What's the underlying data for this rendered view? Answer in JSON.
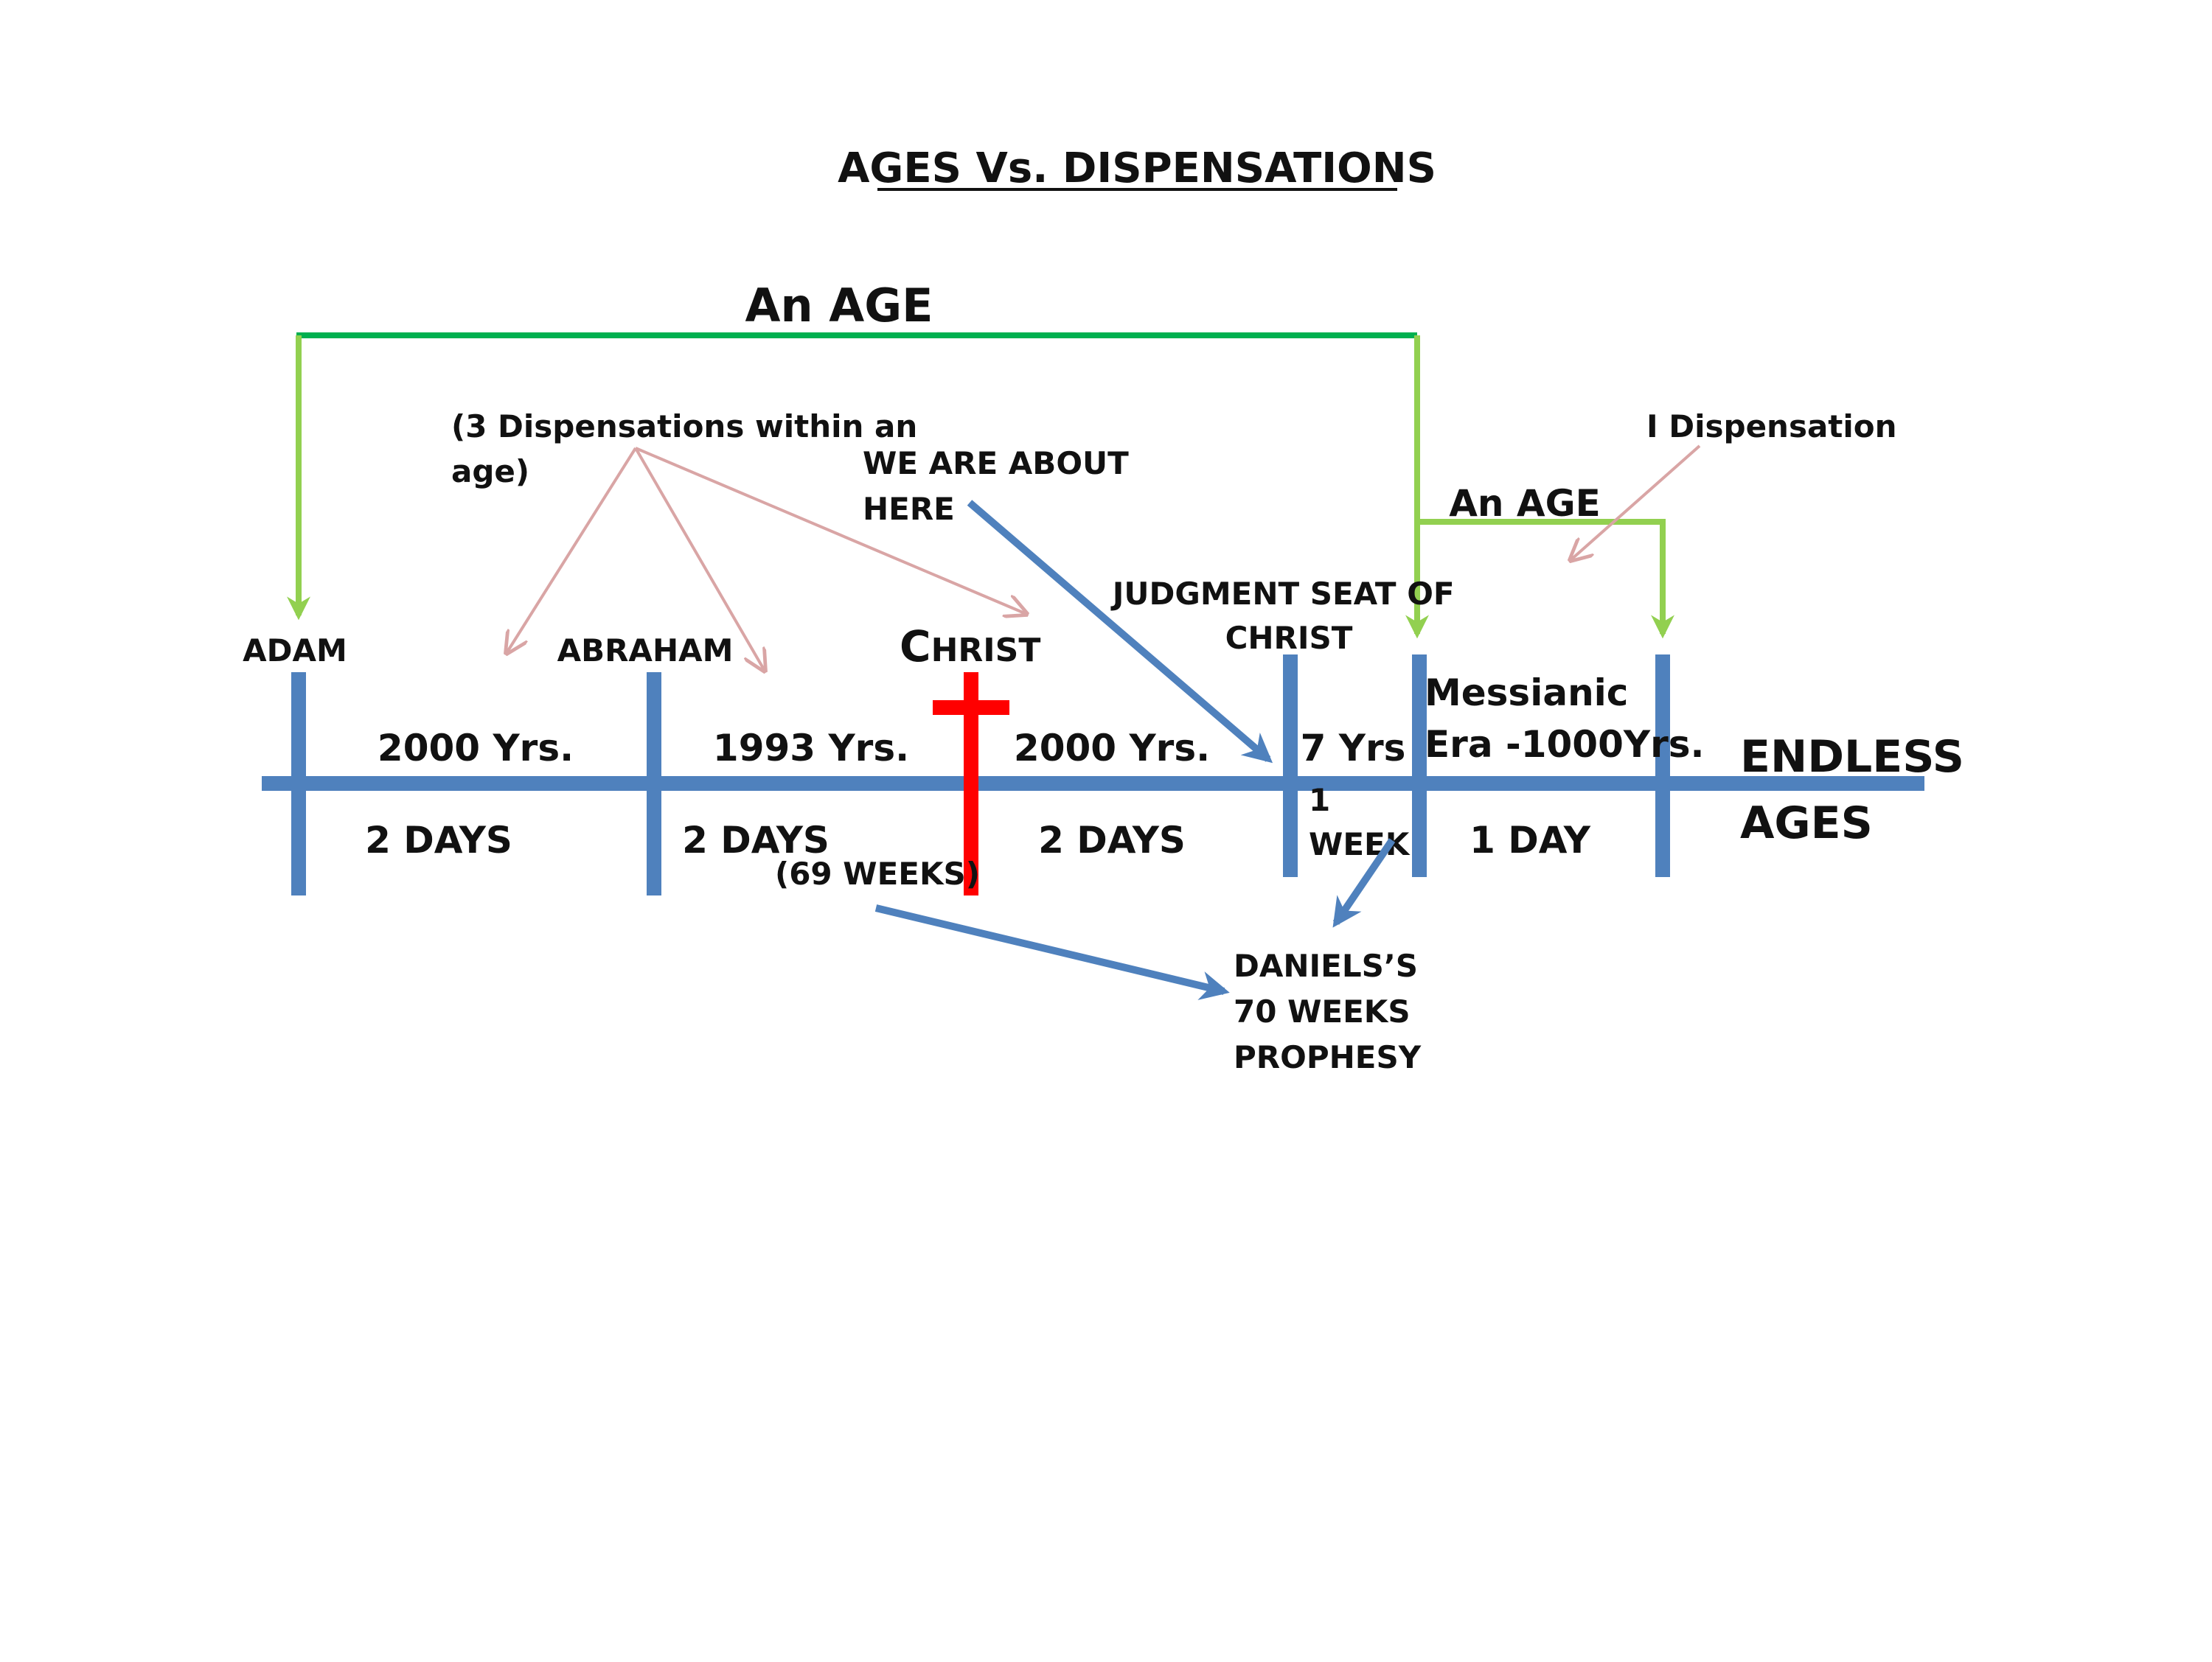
{
  "title": "AGES Vs. DISPENSATIONS",
  "colors": {
    "timeline": "#4f81bd",
    "cross": "#ff0000",
    "age_bracket_dark": "#00b050",
    "age_bracket_light": "#92d050",
    "dispensation_arrow": "#d9a5a5",
    "text": "#111111"
  },
  "age_label_main": "An AGE",
  "age_label_second": "An AGE",
  "dispensations_note": [
    "(3 Dispensations within an",
    "age)"
  ],
  "single_dispensation_note": "I Dispensation",
  "we_are_here": [
    "WE ARE ABOUT",
    "HERE"
  ],
  "markers": {
    "adam": "ADAM",
    "abraham": "ABRAHAM",
    "christ_initial": "C",
    "christ_rest": "HRIST",
    "judgment_seat": [
      "JUDGMENT SEAT OF",
      "CHRIST"
    ]
  },
  "periods": {
    "adam_abraham_years": "2000 Yrs.",
    "adam_abraham_days": "2 DAYS",
    "abraham_christ_years": "1993 Yrs.",
    "abraham_christ_days": "2 DAYS",
    "christ_judgment_years": "2000 Yrs.",
    "christ_judgment_days": "2 DAYS",
    "tribulation_years": "7 Yrs",
    "tribulation_week": [
      "1",
      "WEEK"
    ],
    "messianic": [
      "Messianic",
      "Era -1000Yrs."
    ],
    "messianic_days": "1 DAY"
  },
  "weeks_69": "(69 WEEKS)",
  "daniels": [
    "DANIELS’S",
    "70 WEEKS",
    "PROPHESY"
  ],
  "endless_ages": [
    "ENDLESS",
    "AGES"
  ]
}
